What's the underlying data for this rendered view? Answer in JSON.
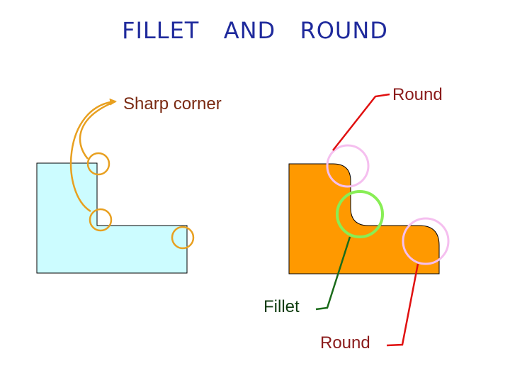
{
  "title": "FILLET  AND  ROUND",
  "labels": {
    "sharp_corner": "Sharp corner",
    "round_top": "Round",
    "fillet": "Fillet",
    "round_bottom": "Round"
  },
  "colors": {
    "title": "#1f2a9c",
    "sharp_part_fill": "#ccfcff",
    "rounded_part_fill": "#ff9900",
    "sharp_circles": "#e8a020",
    "round_circles": "#f5bfef",
    "fillet_circle": "#88ee55",
    "round_leader": "#e01010",
    "fillet_leader": "#1a6b1a",
    "sharp_arrows": "#e8a020",
    "label_sharp_corner": "#7a2a12",
    "label_round": "#8a1a1a",
    "label_fillet": "#0d3b0d"
  }
}
